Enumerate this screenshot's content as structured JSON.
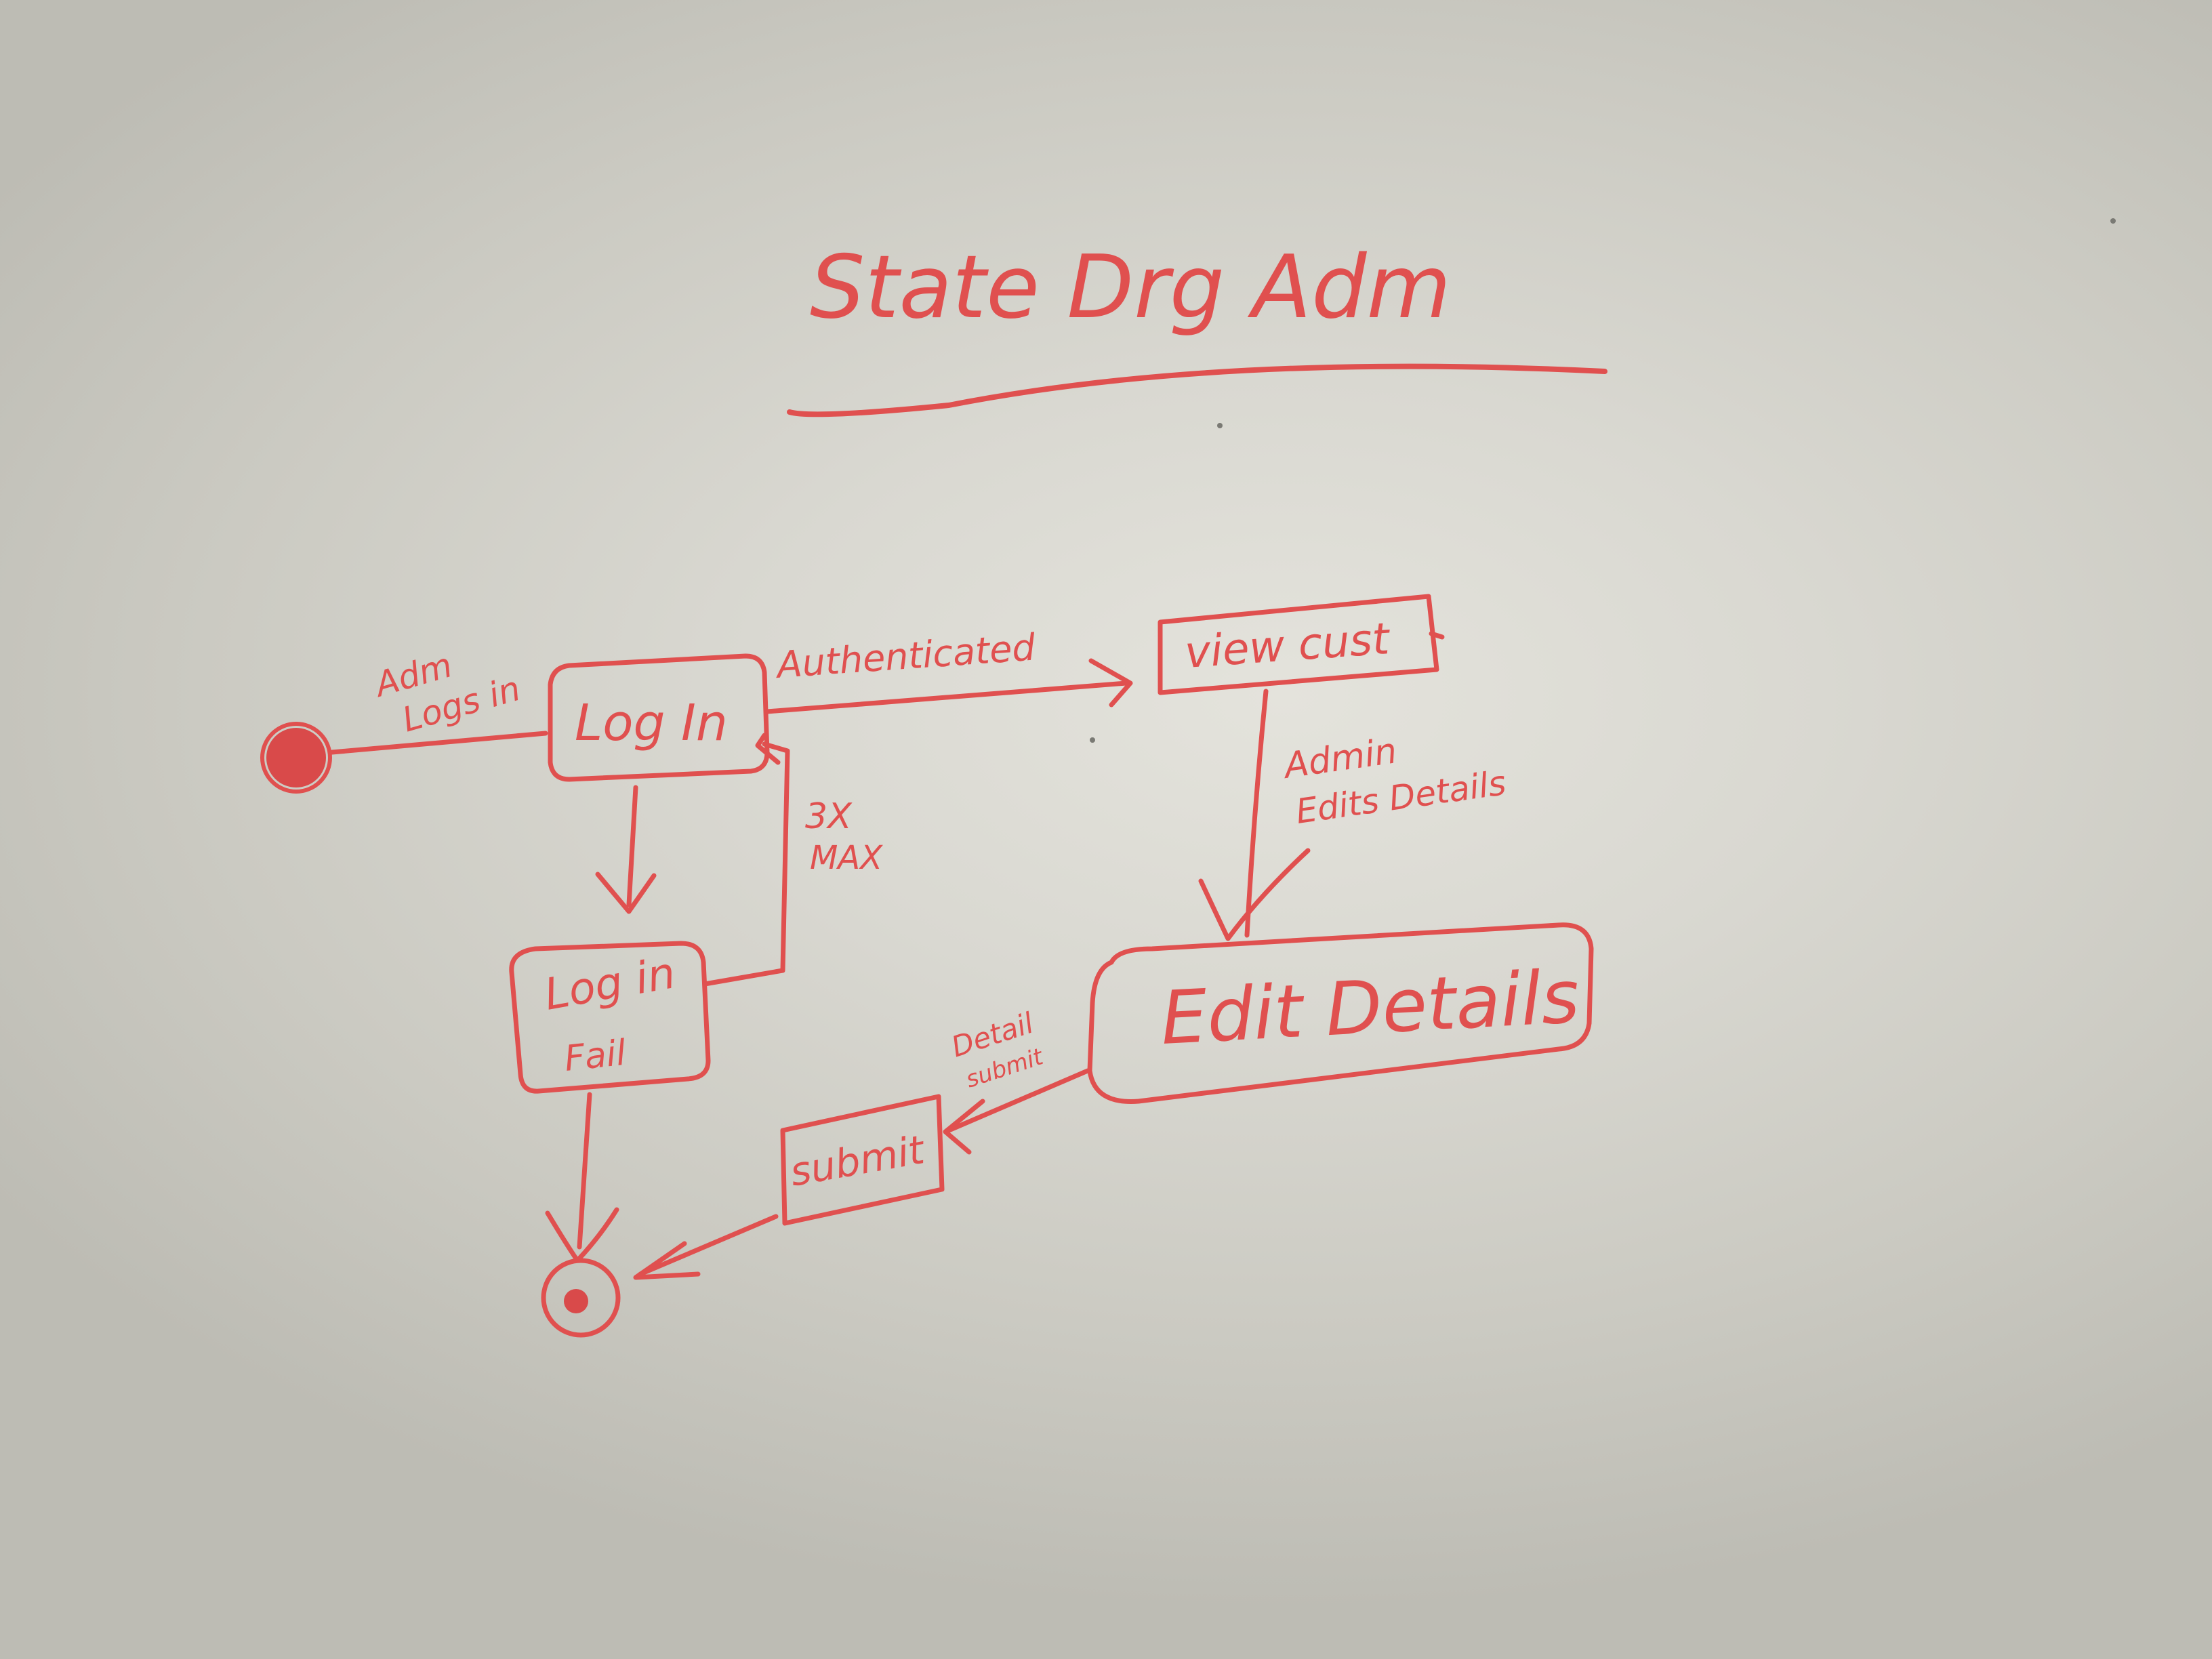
{
  "title": "State Drg   Adm",
  "states": {
    "log_in": "Log In",
    "view_cust": "view cust",
    "log_in_fail_1": "Log in",
    "log_in_fail_2": "Fail",
    "edit_details": "Edit Details",
    "submit": "submit"
  },
  "transitions": {
    "adm_logs_in_1": "Adm",
    "adm_logs_in_2": "Logs in",
    "authenticated": "Authenticated",
    "three_x_1": "3X",
    "three_x_2": "MAX",
    "admin_edits_1": "Admin",
    "admin_edits_2": "Edits Details",
    "detail_submit_1": "Detail",
    "detail_submit_2": "submit"
  },
  "colors": {
    "ink": "#e0504f",
    "board": "#dcdbd4"
  }
}
